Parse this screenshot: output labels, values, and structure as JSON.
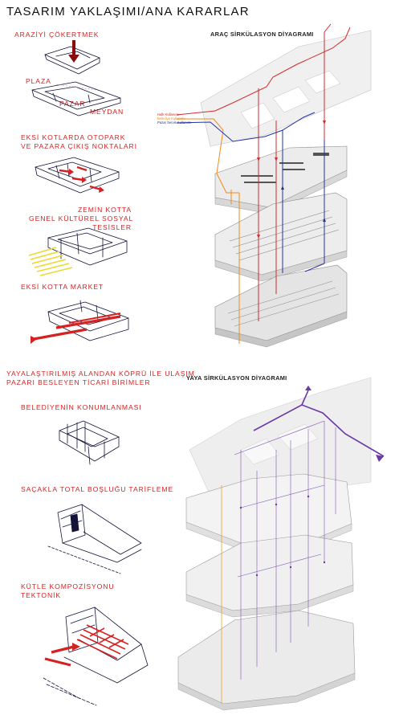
{
  "title": "TASARIM YAKLAŞIMI/ANA KARARLAR",
  "steps": [
    {
      "label": "ARAZİYİ ÇÖKERTMEK"
    },
    {
      "label": "PLAZA"
    },
    {
      "label": "PAZAR"
    },
    {
      "label": "MEYDAN"
    },
    {
      "label_line1": "EKSİ KOTLARDA OTOPARK",
      "label_line2": "VE PAZARA ÇIKIŞ NOKTALARI"
    },
    {
      "label_line1": "ZEMİN KOTTA",
      "label_line2": "GENEL KÜLTÜREL SOSYAL",
      "label_line3": "TESİSLER"
    },
    {
      "label": "EKSİ KOTTA MARKET"
    },
    {
      "label_line1": "YAYALAŞTIRILMIŞ ALANDAN KÖPRÜ İLE ULAŞIM",
      "label_line2": "PAZARI BESLEYEN TİCARİ BİRİMLER"
    },
    {
      "label": "BELEDİYENİN KONUMLANMASI"
    },
    {
      "label": "SAÇAKLA TOTAL BOŞLUĞU TARİFLEME"
    },
    {
      "label_line1": "KÜTLE KOMPOZİSYONU",
      "label_line2": "TEKTONİK"
    }
  ],
  "vehicle_diagram": {
    "title": "ARAÇ SİRKÜLASYON DİYAGRAMI",
    "legend": [
      {
        "label": "Halk Kullanımı",
        "color": "#d42a2a"
      },
      {
        "label": "Belediye Kullanımı",
        "color": "#f08a1c"
      },
      {
        "label": "Pazar Servis Kullanımı",
        "color": "#2233a0"
      }
    ]
  },
  "pedestrian_diagram": {
    "title": "YAYA SİRKÜLASYON DİYAGRAMI",
    "colors": {
      "primary": "#6a3aa8",
      "secondary": "#f0a030"
    }
  }
}
